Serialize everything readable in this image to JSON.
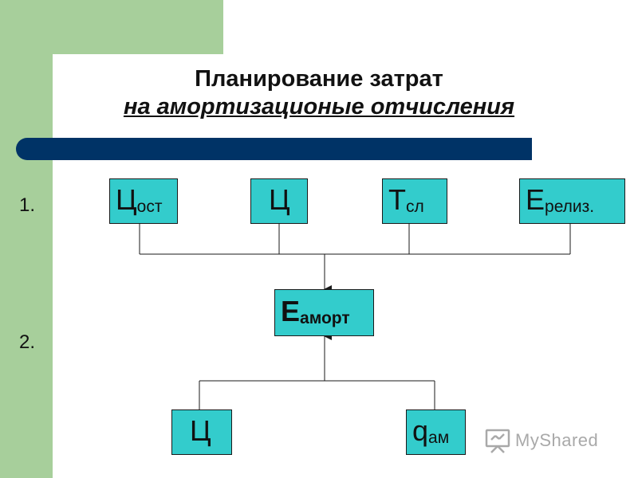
{
  "title": {
    "line1": "Планирование затрат",
    "line2": "на амортизационые отчисления"
  },
  "steps": [
    "1.",
    "2."
  ],
  "boxes": {
    "c_ost": {
      "main": "Ц",
      "sub": "ост"
    },
    "c": {
      "main": "Ц",
      "sub": ""
    },
    "t_sl": {
      "main": "Т",
      "sub": "сл"
    },
    "e_reliz": {
      "main": "Е",
      "sub": "релиз."
    },
    "e_amort": {
      "main": "Е",
      "sub": "аморт"
    },
    "c2": {
      "main": "Ц",
      "sub": ""
    },
    "q_am": {
      "main": "q",
      "sub": "ам"
    }
  },
  "watermark": {
    "text": "MyShared",
    "icon": "presentation-board-icon"
  },
  "colors": {
    "box_fill": "#33cccc",
    "bar": "#003366",
    "side_panel": "#a7cf9b"
  }
}
